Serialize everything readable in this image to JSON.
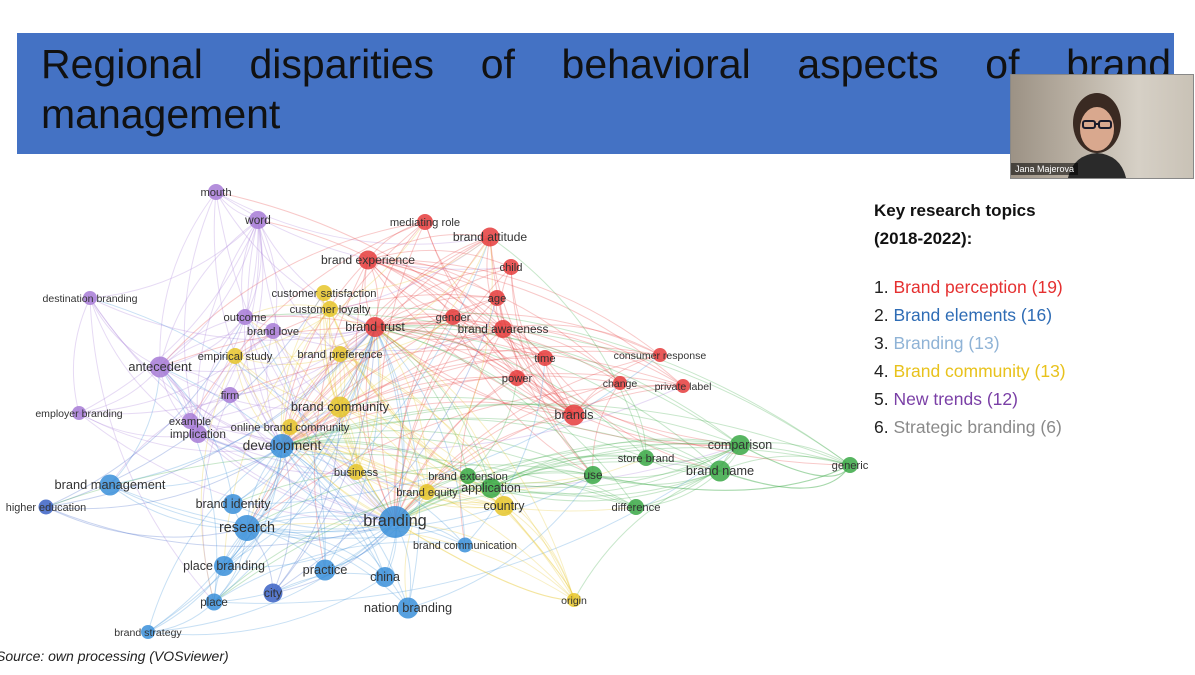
{
  "slide": {
    "title": "Regional disparities of behavioral aspects of brand management",
    "source": "Source:  own processing (VOSviewer)"
  },
  "topics": {
    "heading_line1": "Key research topics",
    "heading_line2": "(2018-2022):",
    "items": [
      {
        "num": "1.",
        "label": "Brand perception (19)",
        "color": "#e53030"
      },
      {
        "num": "2.",
        "label": "Brand elements (16)",
        "color": "#2e6cb5"
      },
      {
        "num": "3.",
        "label": "Branding (13)",
        "color": "#8fb3d6"
      },
      {
        "num": "4.",
        "label": "Brand community (13)",
        "color": "#e8c21c"
      },
      {
        "num": "5.",
        "label": "New trends (12)",
        "color": "#7a3fa6"
      },
      {
        "num": "6.",
        "label": "Strategic branding (6)",
        "color": "#8a8a8a"
      }
    ]
  },
  "webcam": {
    "participant_name": "Jana Majerova"
  },
  "network": {
    "cluster_colors": {
      "red": "#e53c3c",
      "blue": "#3a8fd9",
      "darkblue": "#3b62c4",
      "yellow": "#e6c62a",
      "purple": "#a77bd6",
      "green": "#3aa845"
    },
    "nodes": [
      {
        "label": "mouth",
        "cluster": "purple",
        "weight": 1
      },
      {
        "label": "word",
        "cluster": "purple",
        "weight": 1.2
      },
      {
        "label": "mediating role",
        "cluster": "red",
        "weight": 1
      },
      {
        "label": "brand attitude",
        "cluster": "red",
        "weight": 1.3
      },
      {
        "label": "brand experience",
        "cluster": "red",
        "weight": 1.3
      },
      {
        "label": "child",
        "cluster": "red",
        "weight": 1
      },
      {
        "label": "age",
        "cluster": "red",
        "weight": 1
      },
      {
        "label": "destination branding",
        "cluster": "purple",
        "weight": 0.8
      },
      {
        "label": "customer satisfaction",
        "cluster": "yellow",
        "weight": 1
      },
      {
        "label": "customer loyalty",
        "cluster": "yellow",
        "weight": 1
      },
      {
        "label": "outcome",
        "cluster": "purple",
        "weight": 1
      },
      {
        "label": "brand love",
        "cluster": "purple",
        "weight": 1
      },
      {
        "label": "brand trust",
        "cluster": "red",
        "weight": 1.4
      },
      {
        "label": "gender",
        "cluster": "red",
        "weight": 1
      },
      {
        "label": "brand awareness",
        "cluster": "red",
        "weight": 1.2
      },
      {
        "label": "empirical study",
        "cluster": "yellow",
        "weight": 1
      },
      {
        "label": "brand preference",
        "cluster": "yellow",
        "weight": 1
      },
      {
        "label": "antecedent",
        "cluster": "purple",
        "weight": 1.5
      },
      {
        "label": "time",
        "cluster": "red",
        "weight": 1
      },
      {
        "label": "consumer response",
        "cluster": "red",
        "weight": 0.8
      },
      {
        "label": "power",
        "cluster": "red",
        "weight": 1
      },
      {
        "label": "change",
        "cluster": "red",
        "weight": 0.8
      },
      {
        "label": "private label",
        "cluster": "red",
        "weight": 0.8
      },
      {
        "label": "firm",
        "cluster": "purple",
        "weight": 1
      },
      {
        "label": "brand community",
        "cluster": "yellow",
        "weight": 1.5
      },
      {
        "label": "brands",
        "cluster": "red",
        "weight": 1.5
      },
      {
        "label": "employer branding",
        "cluster": "purple",
        "weight": 0.8
      },
      {
        "label": "example",
        "cluster": "purple",
        "weight": 1
      },
      {
        "label": "implication",
        "cluster": "purple",
        "weight": 1.2
      },
      {
        "label": "online brand community",
        "cluster": "yellow",
        "weight": 1
      },
      {
        "label": "development",
        "cluster": "blue",
        "weight": 1.8
      },
      {
        "label": "comparison",
        "cluster": "green",
        "weight": 1.4
      },
      {
        "label": "store brand",
        "cluster": "green",
        "weight": 1
      },
      {
        "label": "business",
        "cluster": "yellow",
        "weight": 1
      },
      {
        "label": "brand management",
        "cluster": "blue",
        "weight": 1.5
      },
      {
        "label": "brand name",
        "cluster": "green",
        "weight": 1.5
      },
      {
        "label": "generic",
        "cluster": "green",
        "weight": 1
      },
      {
        "label": "brand extension",
        "cluster": "green",
        "weight": 1
      },
      {
        "label": "use",
        "cluster": "green",
        "weight": 1.2
      },
      {
        "label": "application",
        "cluster": "green",
        "weight": 1.4
      },
      {
        "label": "brand equity",
        "cluster": "yellow",
        "weight": 1
      },
      {
        "label": "higher education",
        "cluster": "darkblue",
        "weight": 0.9
      },
      {
        "label": "brand identity",
        "cluster": "blue",
        "weight": 1.4
      },
      {
        "label": "country",
        "cluster": "yellow",
        "weight": 1.4
      },
      {
        "label": "difference",
        "cluster": "green",
        "weight": 1
      },
      {
        "label": "research",
        "cluster": "blue",
        "weight": 2
      },
      {
        "label": "branding",
        "cluster": "blue",
        "weight": 2.6
      },
      {
        "label": "brand communication",
        "cluster": "blue",
        "weight": 0.9
      },
      {
        "label": "place branding",
        "cluster": "blue",
        "weight": 1.4
      },
      {
        "label": "practice",
        "cluster": "blue",
        "weight": 1.5
      },
      {
        "label": "china",
        "cluster": "blue",
        "weight": 1.4
      },
      {
        "label": "city",
        "cluster": "darkblue",
        "weight": 1.3
      },
      {
        "label": "place",
        "cluster": "blue",
        "weight": 1.1
      },
      {
        "label": "nation branding",
        "cluster": "blue",
        "weight": 1.5
      },
      {
        "label": "origin",
        "cluster": "yellow",
        "weight": 0.8
      },
      {
        "label": "brand strategy",
        "cluster": "blue",
        "weight": 0.8
      }
    ]
  }
}
